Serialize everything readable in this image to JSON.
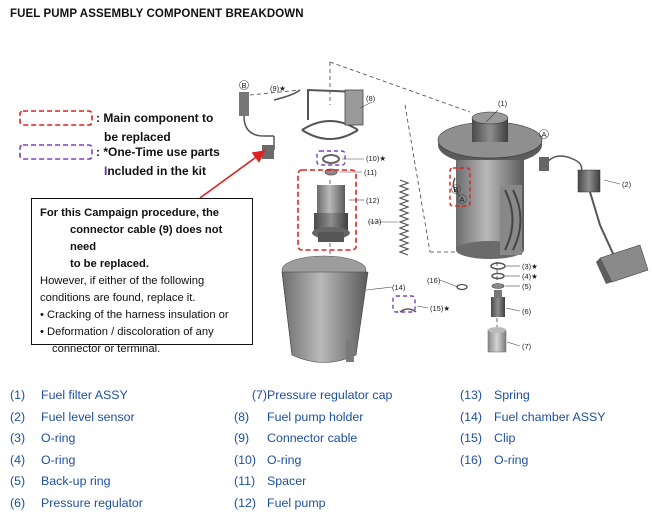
{
  "title": "FUEL PUMP ASSEMBLY COMPONENT BREAKDOWN",
  "legend": {
    "main_label_1": ": Main component to",
    "main_label_2": "be replaced",
    "onetime_label_1": ": *One-Time use parts",
    "onetime_label_2_rest": "ncluded in the kit",
    "onetime_label_2_first": "I"
  },
  "callout": {
    "line1": "For this Campaign procedure, the",
    "line2": "connector cable (9) does not need",
    "line3": "to be replaced.",
    "line4": "However, if either of the following",
    "line5": "conditions are found, replace it.",
    "bullet1": "• Cracking of the harness insulation or",
    "bullet2a": "• Deformation / discoloration of any",
    "bullet2b": "connector or terminal."
  },
  "diagram_labels": {
    "l1": "(1)",
    "l2": "(2)",
    "l3": "(3)★",
    "l4": "(4)★",
    "l5": "(5)",
    "l6": "(6)",
    "l7": "(7)",
    "l8": "(8)",
    "l9": "(9)★",
    "l10": "(10)★",
    "l11": "(11)",
    "l12": "(12)",
    "l13": "(13)",
    "l14": "(14)",
    "l15": "(15)★",
    "l16": "(16)",
    "la": "A",
    "lb": "B"
  },
  "parts": {
    "col1": [
      {
        "num": "(1)",
        "name": "Fuel filter ASSY"
      },
      {
        "num": "(2)",
        "name": "Fuel level sensor"
      },
      {
        "num": "(3)",
        "name": "O-ring"
      },
      {
        "num": "(4)",
        "name": "O-ring"
      },
      {
        "num": "(5)",
        "name": "Back-up ring"
      },
      {
        "num": "(6)",
        "name": "Pressure regulator"
      }
    ],
    "col2": [
      {
        "num": "(7)",
        "name": "Pressure regulator cap"
      },
      {
        "num": "(8)",
        "name": "Fuel pump holder"
      },
      {
        "num": "(9)",
        "name": "Connector cable"
      },
      {
        "num": "(10)",
        "name": "O-ring"
      },
      {
        "num": "(11)",
        "name": "Spacer"
      },
      {
        "num": "(12)",
        "name": "Fuel pump"
      }
    ],
    "col3": [
      {
        "num": "(13)",
        "name": "Spring"
      },
      {
        "num": "(14)",
        "name": "Fuel chamber ASSY"
      },
      {
        "num": "(15)",
        "name": "Clip"
      },
      {
        "num": "(16)",
        "name": "O-ring"
      }
    ]
  },
  "colors": {
    "main_dash": "#e02020",
    "onetime_dash": "#7b3fbf",
    "legend_text": "#1d4f9e",
    "arrow": "#e02020"
  }
}
